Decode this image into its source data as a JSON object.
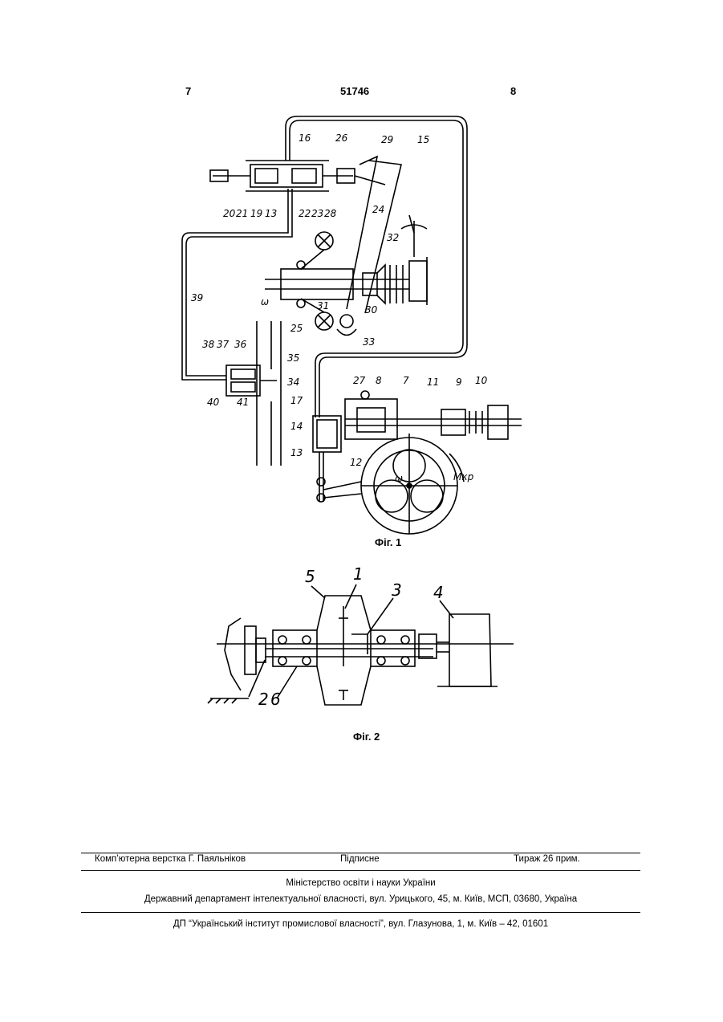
{
  "header": {
    "page_left": "7",
    "patent_number": "51746",
    "page_right": "8"
  },
  "figure1": {
    "caption": "Фіг. 1",
    "labels": [
      "16",
      "26",
      "29",
      "15",
      "20",
      "21",
      "19",
      "13",
      "22",
      "23",
      "28",
      "24",
      "32",
      "ω",
      "31",
      "30",
      "25",
      "33",
      "39",
      "38",
      "37",
      "36",
      "35",
      "34",
      "40",
      "41",
      "17",
      "14",
      "13",
      "27",
      "8",
      "7",
      "11",
      "9",
      "10",
      "12",
      "ω",
      "Mкр"
    ]
  },
  "figure2": {
    "caption": "Фіг. 2",
    "labels": [
      "5",
      "1",
      "3",
      "4",
      "2",
      "6"
    ]
  },
  "footer": {
    "row1": {
      "left": "Комп’ютерна верстка Г. Паяльніков",
      "center": "Підписне",
      "right": "Тираж 26 прим."
    },
    "ministry": "Міністерство освіти і науки України",
    "department": "Державний департамент інтелектуальної власності, вул. Урицького, 45, м. Київ, МСП, 03680, Україна",
    "institute": "ДП “Український інститут промислової власності”, вул. Глазунова, 1, м. Київ – 42, 01601"
  }
}
